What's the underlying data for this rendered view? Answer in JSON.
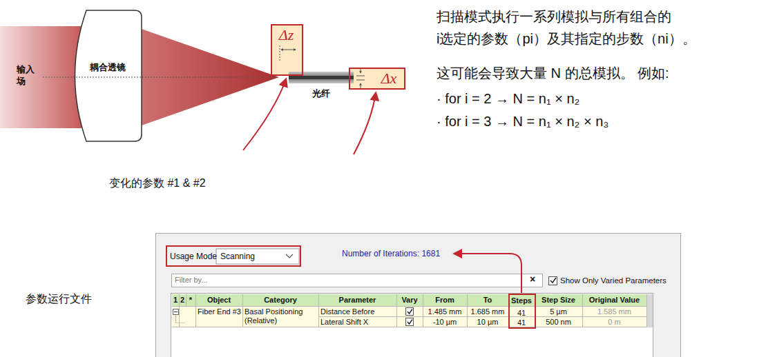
{
  "diagram": {
    "nodes": [
      {
        "text": [
          "Δz"
        ]
      },
      {
        "text": [
          "Δx"
        ]
      },
      {
        "text": [
          "Usage Mode",
          "Scanning"
        ]
      },
      {
        "text": [
          "Steps",
          "41",
          "41"
        ]
      }
    ],
    "labels": [
      "输入 场",
      "耦合透镜",
      "光纤",
      "变化的参数 #1 & #2",
      "扫描模式执行一系列模拟与所有组合的 i选定的参数（pi）及其指定的步数（ni）。",
      "这可能会导致大量 N 的总模拟。 例如:",
      "· for i = 2 → N = n₁ × n₂",
      "· for i = 3 → N = n₁ × n₂ × n₃",
      "参数运行文件",
      "Number of Iterations: 1681",
      "Filter by...",
      "×",
      "Show Only Varied Parameters",
      "1",
      "2",
      "*",
      "Object",
      "Category",
      "Parameter",
      "Vary",
      "From",
      "To",
      "Step Size",
      "Original Value",
      "Fiber End #3",
      "Basal Positioning (Relative)",
      "Distance Before",
      "1.485 mm",
      "1.685 mm",
      "5 µm",
      "1.585 mm",
      "Lateral Shift X",
      "-10 µm",
      "10 µm",
      "500 nm",
      "0 m"
    ]
  }
}
